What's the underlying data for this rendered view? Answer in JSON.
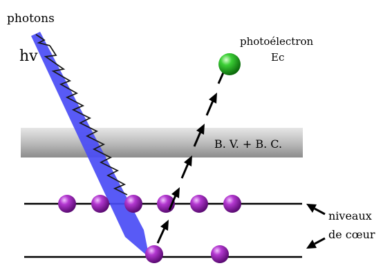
{
  "labels": {
    "photons": "photons",
    "hv": "hv",
    "photoelectron": "photoélectron",
    "ec": "Ec",
    "band": "B. V. + B. C.",
    "niveaux": "niveaux",
    "de_coeur": "de cœur"
  },
  "colors": {
    "photon_beam": "#4a4cf5",
    "wave": "#1a1a1a",
    "band_light": "#d8d8d8",
    "band_dark": "#8a8a8a",
    "electron": "#9a1fb4",
    "photoelectron": "#2bb52b",
    "level_line": "#000000",
    "arrow": "#000000"
  },
  "icons": {
    "core_electron": "purple-sphere",
    "ejected_electron": "green-sphere",
    "photon_beam": "tapered-arrow"
  }
}
